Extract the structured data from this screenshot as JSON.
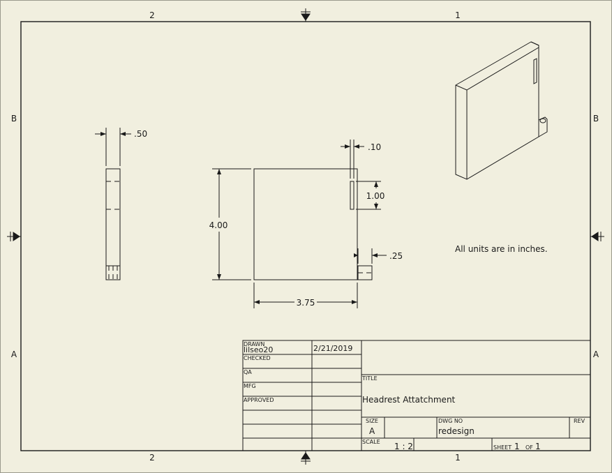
{
  "zones": {
    "top_left": "2",
    "top_right": "1",
    "bottom_left": "2",
    "bottom_right": "1",
    "left_upper": "B",
    "left_lower": "A",
    "right_upper": "B",
    "right_lower": "A"
  },
  "dimensions": {
    "side_thickness": ".50",
    "slot_width": ".10",
    "slot_length": "1.00",
    "height": "4.00",
    "tab_width": ".25",
    "width": "3.75"
  },
  "note": "All units are in inches.",
  "title_block": {
    "drawn_label": "DRAWN",
    "drawn_by": "lilseo20",
    "drawn_date": "2/21/2019",
    "checked_label": "CHECKED",
    "qa_label": "QA",
    "mfg_label": "MFG",
    "approved_label": "APPROVED",
    "title_label": "TITLE",
    "title": "Headrest Attatchment",
    "size_label": "SIZE",
    "size": "A",
    "dwg_no_label": "DWG NO",
    "dwg_no": "redesign",
    "rev_label": "REV",
    "scale_label": "SCALE",
    "scale": "1 : 2",
    "sheet_label": "SHEET",
    "sheet_number": "1",
    "of_label": "OF",
    "sheet_total": "1"
  }
}
